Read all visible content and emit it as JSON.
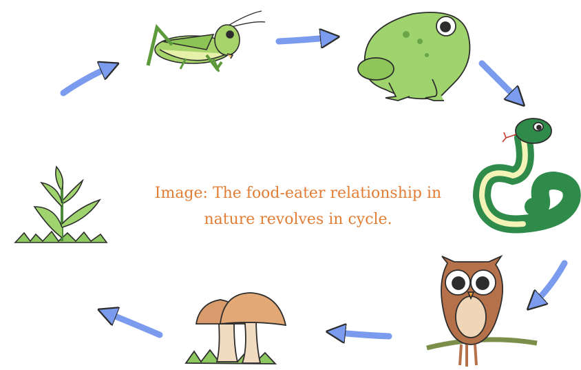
{
  "caption": {
    "line1": "Image: The food-eater relationship in",
    "line2": "nature revolves in cycle."
  },
  "cycle": [
    {
      "name": "plant",
      "icon": "plant-icon"
    },
    {
      "name": "grasshopper",
      "icon": "grasshopper-icon"
    },
    {
      "name": "frog",
      "icon": "frog-icon"
    },
    {
      "name": "snake",
      "icon": "snake-icon"
    },
    {
      "name": "owl",
      "icon": "owl-icon"
    },
    {
      "name": "mushroom",
      "icon": "mushroom-icon"
    }
  ],
  "colors": {
    "arrow": "#7b9bef",
    "caption": "#e27d35",
    "green_light": "#a6d36a",
    "green_dark": "#4d8a3a",
    "snake": "#2e8b4a",
    "owl": "#b5714a",
    "mushroom_cap": "#d99a6c",
    "mushroom_stem": "#f1dcc2"
  }
}
